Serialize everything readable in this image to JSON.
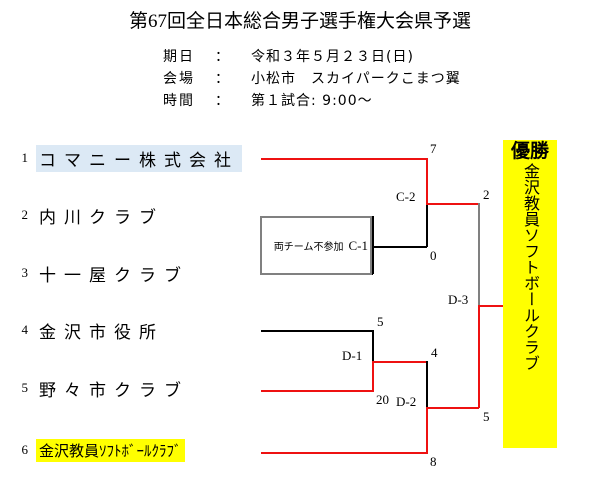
{
  "header": {
    "title": "第67回全日本総合男子選手権大会県予選",
    "info": [
      {
        "label": "期日",
        "colon": "：",
        "value": "令和３年５月２３日(日)"
      },
      {
        "label": "会場",
        "colon": "：",
        "value": "小松市　スカイパークこまつ翼"
      },
      {
        "label": "時間",
        "colon": "：",
        "value": "第１試合: 9:00〜"
      }
    ]
  },
  "teams": [
    {
      "seed": "1",
      "name": "コマニー株式会社",
      "highlight": "#dce9f5"
    },
    {
      "seed": "2",
      "name": "内川クラブ",
      "highlight": "none"
    },
    {
      "seed": "3",
      "name": "十一屋クラブ",
      "highlight": "none"
    },
    {
      "seed": "4",
      "name": "金沢市役所",
      "highlight": "none"
    },
    {
      "seed": "5",
      "name": "野々市クラブ",
      "highlight": "none"
    },
    {
      "seed": "6",
      "name": "金沢教員ｿﾌﾄﾎﾞｰﾙｸﾗﾌﾞ",
      "highlight": "#ffff00"
    }
  ],
  "bracket": {
    "matches": [
      {
        "id": "C-1",
        "note": "両チーム不参加"
      },
      {
        "id": "C-2"
      },
      {
        "id": "D-1"
      },
      {
        "id": "D-2"
      },
      {
        "id": "D-3"
      }
    ],
    "scores": {
      "c2_top": "7",
      "c2_bottom": "0",
      "d1_top": "5",
      "d1_bottom": "20",
      "d2_top": "4",
      "d2_bottom": "8",
      "d3_top": "2",
      "d3_bottom": "5"
    }
  },
  "champion": {
    "title": "優勝",
    "name": "金沢教員ソフトボールクラブ"
  },
  "colors": {
    "winner_line": "#ee1111",
    "normal_line": "#000000",
    "forfeit_border": "#808080",
    "highlight_yellow": "#ffff00",
    "highlight_blue": "#dce9f5"
  }
}
